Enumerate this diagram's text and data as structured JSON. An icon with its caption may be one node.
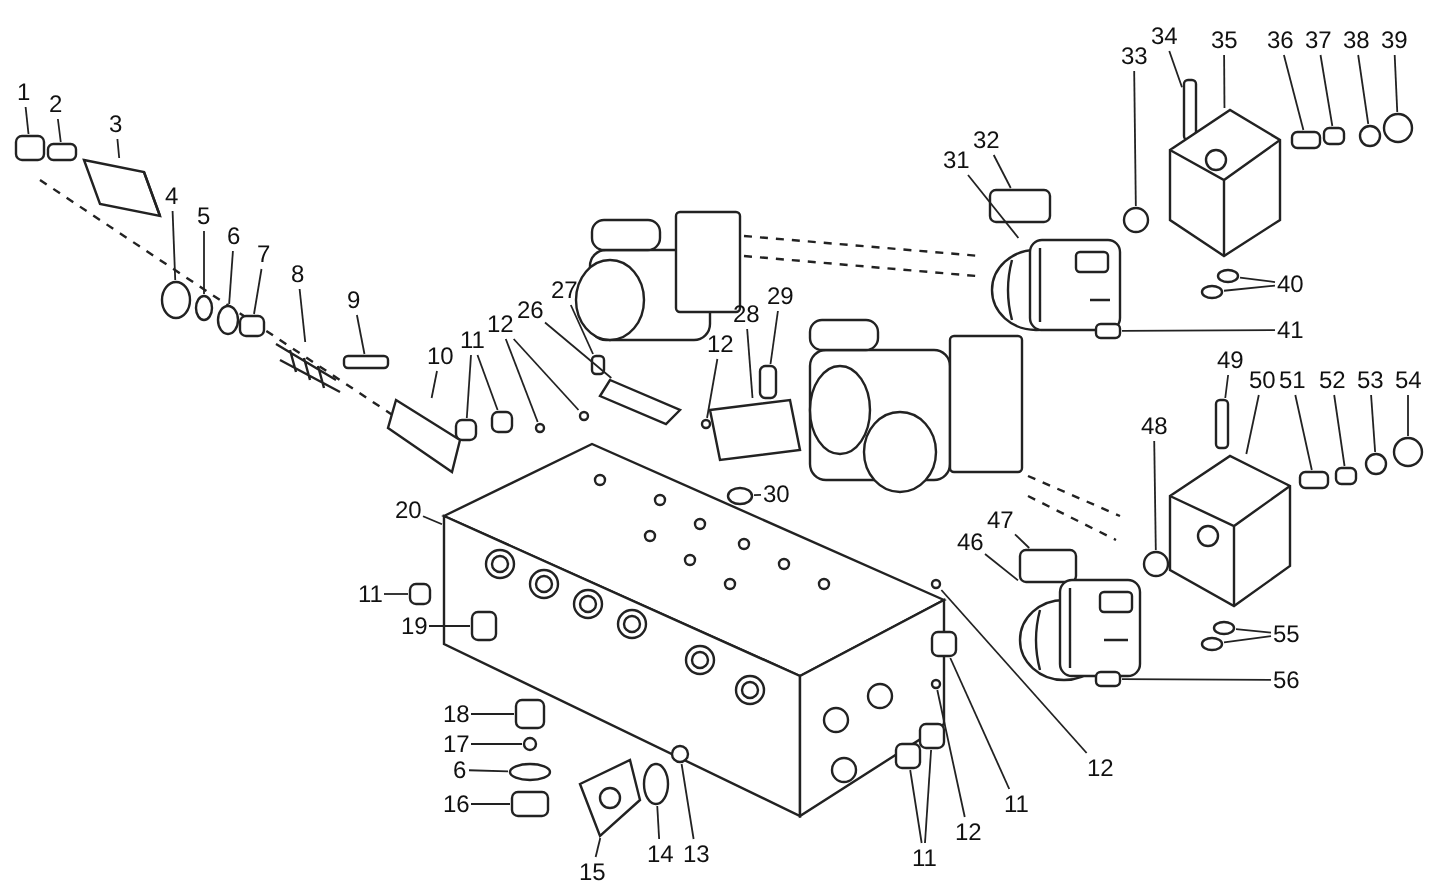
{
  "diagram": {
    "nodes": [
      {
        "text": [
          "1"
        ]
      },
      {
        "text": [
          "2"
        ]
      },
      {
        "text": [
          "3"
        ]
      },
      {
        "text": [
          "33"
        ]
      },
      {
        "text": [
          "34"
        ]
      },
      {
        "text": [
          "35"
        ]
      },
      {
        "text": [
          "36"
        ]
      },
      {
        "text": [
          "37"
        ]
      },
      {
        "text": [
          "38"
        ]
      },
      {
        "text": [
          "39"
        ]
      },
      {
        "text": [
          "4"
        ]
      },
      {
        "text": [
          "5"
        ]
      },
      {
        "text": [
          "6"
        ]
      },
      {
        "text": [
          "7"
        ]
      },
      {
        "text": [
          "32"
        ]
      },
      {
        "text": [
          "31"
        ]
      },
      {
        "text": [
          "8"
        ]
      },
      {
        "text": [
          "9"
        ]
      },
      {
        "text": [
          "40"
        ]
      },
      {
        "text": [
          "27"
        ]
      },
      {
        "text": [
          "26"
        ]
      },
      {
        "text": [
          "29"
        ]
      },
      {
        "text": [
          "28"
        ]
      },
      {
        "text": [
          "12"
        ]
      },
      {
        "text": [
          "12"
        ]
      },
      {
        "text": [
          "41"
        ]
      },
      {
        "text": [
          "11"
        ]
      },
      {
        "text": [
          "10"
        ]
      },
      {
        "text": [
          "49"
        ]
      },
      {
        "text": [
          "50"
        ]
      },
      {
        "text": [
          "51"
        ]
      },
      {
        "text": [
          "52"
        ]
      },
      {
        "text": [
          "53"
        ]
      },
      {
        "text": [
          "54"
        ]
      },
      {
        "text": [
          "48"
        ]
      },
      {
        "text": [
          "30"
        ]
      },
      {
        "text": [
          "20"
        ]
      },
      {
        "text": [
          "47"
        ]
      },
      {
        "text": [
          "46"
        ]
      },
      {
        "text": [
          "11"
        ]
      },
      {
        "text": [
          "19"
        ]
      },
      {
        "text": [
          "55"
        ]
      },
      {
        "text": [
          "56"
        ]
      },
      {
        "text": [
          "18"
        ]
      },
      {
        "text": [
          "17"
        ]
      },
      {
        "text": [
          "6"
        ]
      },
      {
        "text": [
          "12"
        ]
      },
      {
        "text": [
          "16"
        ]
      },
      {
        "text": [
          "11"
        ]
      },
      {
        "text": [
          "12"
        ]
      },
      {
        "text": [
          "15"
        ]
      },
      {
        "text": [
          "14"
        ]
      },
      {
        "text": [
          "13"
        ]
      },
      {
        "text": [
          "11"
        ]
      },
      {
        "text": [],
        "shape": "box"
      },
      {
        "text": [],
        "shape": "box"
      },
      {
        "text": [],
        "shape": "picture"
      },
      {
        "text": [],
        "shape": "circle"
      },
      {
        "text": [],
        "shape": "box"
      },
      {
        "text": [],
        "shape": "picture"
      },
      {
        "text": [],
        "shape": "box"
      },
      {
        "text": [],
        "shape": "box"
      },
      {
        "text": [],
        "shape": "circle"
      },
      {
        "text": [],
        "shape": "circle"
      },
      {
        "text": [],
        "shape": "circle"
      },
      {
        "text": [],
        "shape": "circle"
      },
      {
        "text": [],
        "shape": "circle"
      },
      {
        "text": [],
        "shape": "box"
      },
      {
        "text": [],
        "shape": "box"
      },
      {
        "text": [],
        "shape": "picture"
      },
      {
        "text": [],
        "shape": "picture"
      },
      {
        "text": [],
        "shape": "box"
      },
      {
        "text": [],
        "shape": "circle"
      },
      {
        "text": [],
        "shape": "circle"
      },
      {
        "text": [],
        "shape": "box"
      },
      {
        "text": [],
        "shape": "picture"
      },
      {
        "text": [],
        "shape": "box"
      },
      {
        "text": [],
        "shape": "picture"
      },
      {
        "text": [],
        "shape": "circle"
      },
      {
        "text": [],
        "shape": "circle"
      },
      {
        "text": [],
        "shape": "circle"
      },
      {
        "text": [],
        "shape": "box"
      },
      {
        "text": [],
        "shape": "box"
      },
      {
        "text": [],
        "shape": "box"
      },
      {
        "text": [],
        "shape": "picture"
      },
      {
        "text": [],
        "shape": "box"
      },
      {
        "text": [],
        "shape": "picture"
      },
      {
        "text": [],
        "shape": "box"
      },
      {
        "text": [],
        "shape": "box"
      },
      {
        "text": [],
        "shape": "circle"
      },
      {
        "text": [],
        "shape": "circle"
      },
      {
        "text": [],
        "shape": "circle"
      },
      {
        "text": [],
        "shape": "circle"
      },
      {
        "text": [],
        "shape": "picture"
      },
      {
        "text": [],
        "shape": "box"
      },
      {
        "text": [],
        "shape": "picture"
      },
      {
        "text": [],
        "shape": "box"
      },
      {
        "text": [],
        "shape": "box"
      },
      {
        "text": [],
        "shape": "circle"
      },
      {
        "text": [],
        "shape": "circle"
      },
      {
        "text": [],
        "shape": "box"
      },
      {
        "text": [],
        "shape": "box"
      },
      {
        "text": [],
        "shape": "circle"
      },
      {
        "text": [],
        "shape": "circle"
      },
      {
        "text": [],
        "shape": "circle"
      },
      {
        "text": [],
        "shape": "box"
      },
      {
        "text": [],
        "shape": "box"
      },
      {
        "text": [],
        "shape": "circle"
      },
      {
        "text": [],
        "shape": "picture"
      },
      {
        "text": [],
        "shape": "circle"
      },
      {
        "text": [],
        "shape": "circle"
      },
      {
        "text": [],
        "shape": "box"
      },
      {
        "text": [],
        "shape": "box"
      }
    ],
    "edges": [
      {
        "from": 0,
        "to": 54,
        "arrow": "none"
      },
      {
        "from": 1,
        "to": 55,
        "arrow": "none"
      },
      {
        "from": 2,
        "to": 56,
        "arrow": "none"
      },
      {
        "from": 3,
        "to": 57,
        "arrow": "none"
      },
      {
        "from": 4,
        "to": 58,
        "arrow": "none"
      },
      {
        "from": 5,
        "to": 59,
        "arrow": "none"
      },
      {
        "from": 6,
        "to": 60,
        "arrow": "none"
      },
      {
        "from": 7,
        "to": 61,
        "arrow": "none"
      },
      {
        "from": 8,
        "to": 62,
        "arrow": "none"
      },
      {
        "from": 9,
        "to": 63,
        "arrow": "none"
      },
      {
        "from": 10,
        "to": 64,
        "arrow": "none"
      },
      {
        "from": 11,
        "to": 65,
        "arrow": "none"
      },
      {
        "from": 12,
        "to": 66,
        "arrow": "none"
      },
      {
        "from": 13,
        "to": 67,
        "arrow": "none"
      },
      {
        "from": 14,
        "to": 68,
        "arrow": "none"
      },
      {
        "from": 15,
        "to": 69,
        "arrow": "none"
      },
      {
        "from": 16,
        "to": 70,
        "arrow": "none"
      },
      {
        "from": 17,
        "to": 71,
        "arrow": "none"
      },
      {
        "from": 18,
        "to": 72,
        "arrow": "none"
      },
      {
        "from": 18,
        "to": 73,
        "arrow": "none"
      },
      {
        "from": 19,
        "to": 74,
        "arrow": "none"
      },
      {
        "from": 20,
        "to": 75,
        "arrow": "none"
      },
      {
        "from": 21,
        "to": 76,
        "arrow": "none"
      },
      {
        "from": 22,
        "to": 77,
        "arrow": "none"
      },
      {
        "from": 23,
        "to": 78,
        "arrow": "none"
      },
      {
        "from": 23,
        "to": 79,
        "arrow": "none"
      },
      {
        "from": 24,
        "to": 80,
        "arrow": "none"
      },
      {
        "from": 25,
        "to": 81,
        "arrow": "none"
      },
      {
        "from": 26,
        "to": 82,
        "arrow": "none"
      },
      {
        "from": 26,
        "to": 83,
        "arrow": "none"
      },
      {
        "from": 27,
        "to": 84,
        "arrow": "none"
      },
      {
        "from": 28,
        "to": 85,
        "arrow": "none"
      },
      {
        "from": 29,
        "to": 86,
        "arrow": "none"
      },
      {
        "from": 30,
        "to": 87,
        "arrow": "none"
      },
      {
        "from": 31,
        "to": 88,
        "arrow": "none"
      },
      {
        "from": 32,
        "to": 89,
        "arrow": "none"
      },
      {
        "from": 33,
        "to": 90,
        "arrow": "none"
      },
      {
        "from": 34,
        "to": 91,
        "arrow": "none"
      },
      {
        "from": 35,
        "to": 92,
        "arrow": "none"
      },
      {
        "from": 36,
        "to": 93,
        "arrow": "none"
      },
      {
        "from": 37,
        "to": 94,
        "arrow": "none"
      },
      {
        "from": 38,
        "to": 95,
        "arrow": "none"
      },
      {
        "from": 39,
        "to": 96,
        "arrow": "none"
      },
      {
        "from": 40,
        "to": 97,
        "arrow": "none"
      },
      {
        "from": 41,
        "to": 98,
        "arrow": "none"
      },
      {
        "from": 41,
        "to": 99,
        "arrow": "none"
      },
      {
        "from": 42,
        "to": 100,
        "arrow": "none"
      },
      {
        "from": 43,
        "to": 101,
        "arrow": "none"
      },
      {
        "from": 44,
        "to": 102,
        "arrow": "none"
      },
      {
        "from": 45,
        "to": 103,
        "arrow": "none"
      },
      {
        "from": 46,
        "to": 104,
        "arrow": "none"
      },
      {
        "from": 47,
        "to": 105,
        "arrow": "none"
      },
      {
        "from": 48,
        "to": 106,
        "arrow": "none"
      },
      {
        "from": 49,
        "to": 107,
        "arrow": "none"
      },
      {
        "from": 50,
        "to": 108,
        "arrow": "none"
      },
      {
        "from": 51,
        "to": 109,
        "arrow": "none"
      },
      {
        "from": 52,
        "to": 110,
        "arrow": "none"
      },
      {
        "from": 53,
        "to": 111,
        "arrow": "none"
      },
      {
        "from": 53,
        "to": 112,
        "arrow": "none"
      }
    ]
  }
}
